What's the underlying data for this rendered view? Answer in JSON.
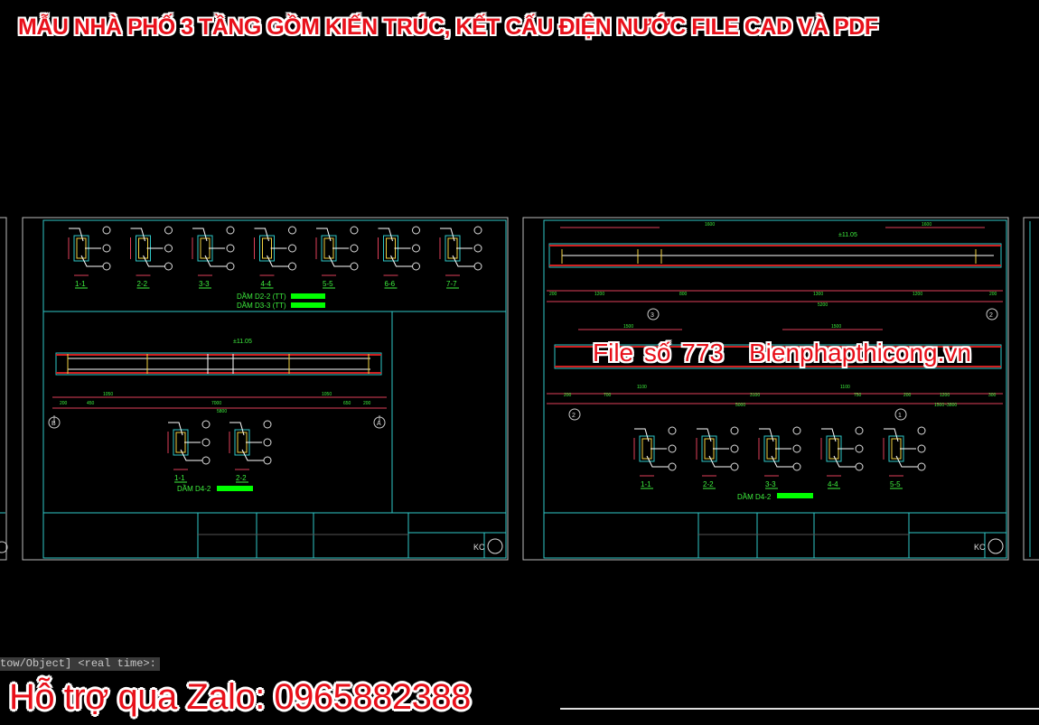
{
  "banner": {
    "title": "MẪU NHÀ PHỐ 3 TẦNG GỒM KIẾN TRÚC, KẾT CẤU ĐIỆN NƯỚC FILE CAD VÀ PDF"
  },
  "watermark": {
    "file_label": "File số 773",
    "site": "Bienphapthicong.vn"
  },
  "command_line": {
    "text": "tow/Object] <real time>:"
  },
  "support": {
    "text": "Hỗ trợ qua Zalo: 0965882388"
  },
  "colors": {
    "frame": "#2fc7c7",
    "dim": "#e0405a",
    "text": "#3ef03e",
    "rebar": "#ffffff",
    "beam_top": "#d02020",
    "stirrup": "#f0d040",
    "label_fill": "#00ff00",
    "banner": "#e8101a"
  },
  "sheet_left": {
    "sections_top": [
      "1-1",
      "2-2",
      "3-3",
      "4-4",
      "5-5",
      "6-6",
      "7-7"
    ],
    "beam_labels": [
      "DẦM D2-2 (TT)",
      "DẦM D3-3 (TT)"
    ],
    "grid_labels": [
      "B",
      "A"
    ],
    "dims": [
      "200",
      "450",
      "1050",
      "7000",
      "1050",
      "650",
      "200",
      "5800"
    ],
    "level": "±11.05",
    "sections_bottom": [
      "1-1",
      "2-2"
    ],
    "bottom_label": "DẦM D4-2",
    "title_block_code": "KC"
  },
  "sheet_right": {
    "grid_labels_top": [
      "3",
      "2"
    ],
    "grid_labels_mid": [
      "2",
      "1"
    ],
    "dims_top": [
      "1600",
      "1600",
      "200",
      "1200",
      "800",
      "1300",
      "1200",
      "200",
      "5200"
    ],
    "dims_mid": [
      "1500",
      "1500",
      "1100",
      "1100",
      "200",
      "700",
      "3100",
      "750",
      "200",
      "1200",
      "300",
      "5000",
      "1500~3800"
    ],
    "level": "±11.05",
    "sections": [
      "1-1",
      "2-2",
      "3-3",
      "4-4",
      "5-5"
    ],
    "bottom_label": "DẦM D4-2",
    "title_block_code": "KC"
  }
}
